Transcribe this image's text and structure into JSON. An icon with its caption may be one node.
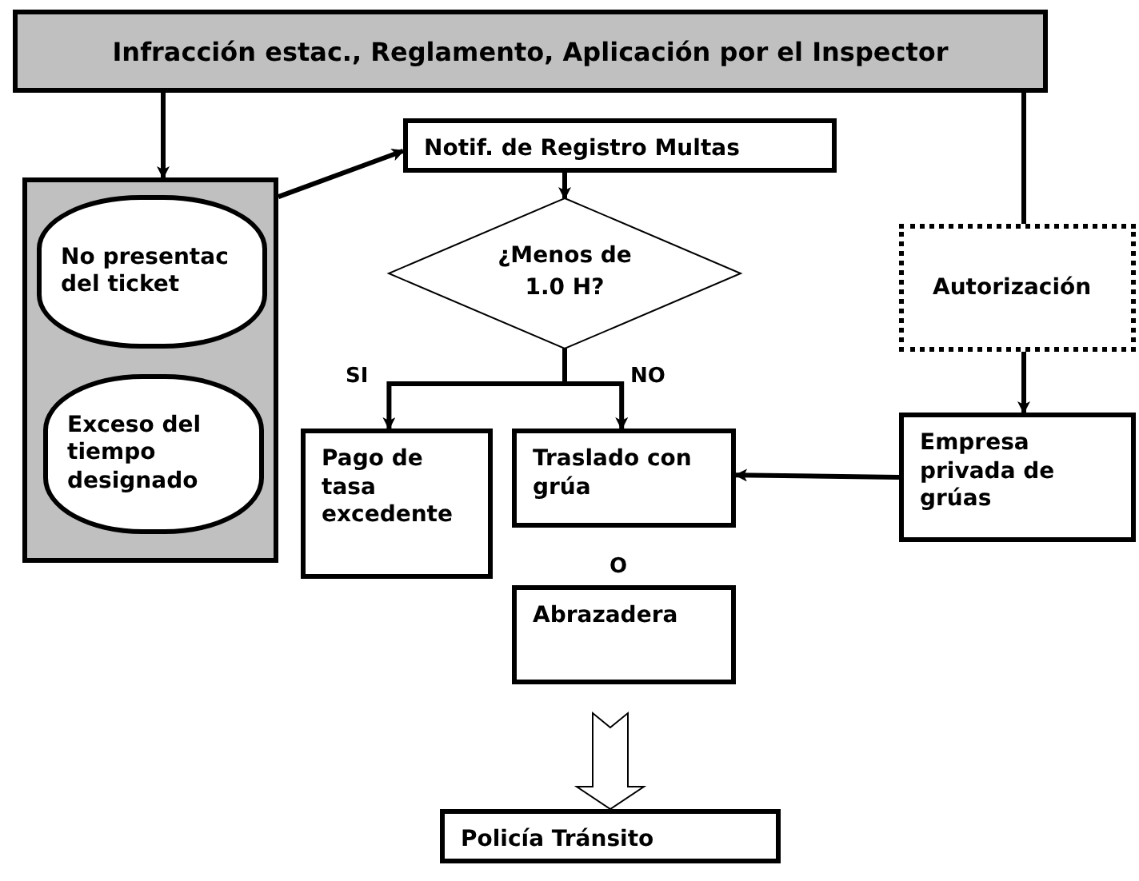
{
  "diagram": {
    "nodes": [
      {
        "text": [
          "Infracción estac., Reglamento, Aplicación por el Inspector"
        ]
      },
      {
        "text": [],
        "shape": "box"
      },
      {
        "text": [
          "No presentac del ticket"
        ],
        "in": 1
      },
      {
        "text": [
          "Exceso del tiempo designado"
        ],
        "in": 1
      },
      {
        "text": [
          "Notif. de Registro Multas"
        ]
      },
      {
        "text": [
          "¿Menos de 1.0 H?"
        ]
      },
      {
        "text": [
          "Autorización"
        ]
      },
      {
        "text": [
          "Pago de tasa excedente"
        ]
      },
      {
        "text": [
          "Traslado con grúa"
        ]
      },
      {
        "text": [
          "Empresa privada de grúas"
        ]
      },
      {
        "text": [
          "Abrazadera"
        ]
      },
      {
        "text": [
          "Policía Tránsito"
        ]
      }
    ],
    "edges": [
      {
        "from": 0,
        "to": 1,
        "arrow": "to"
      },
      {
        "from": 1,
        "to": 4,
        "arrow": "to"
      },
      {
        "from": 0,
        "to": 6,
        "arrow": "none"
      },
      {
        "from": 4,
        "to": 5,
        "arrow": "to"
      },
      {
        "from": 5,
        "to": 7,
        "arrow": "to",
        "label": "SI"
      },
      {
        "from": 5,
        "to": 8,
        "arrow": "to",
        "label": "NO"
      },
      {
        "from": 6,
        "to": 9,
        "arrow": "to"
      },
      {
        "from": 9,
        "to": 8,
        "arrow": "to"
      },
      {
        "from": 10,
        "to": 11,
        "arrow": "to",
        "style": "thick"
      }
    ],
    "labels": [
      "O"
    ]
  }
}
